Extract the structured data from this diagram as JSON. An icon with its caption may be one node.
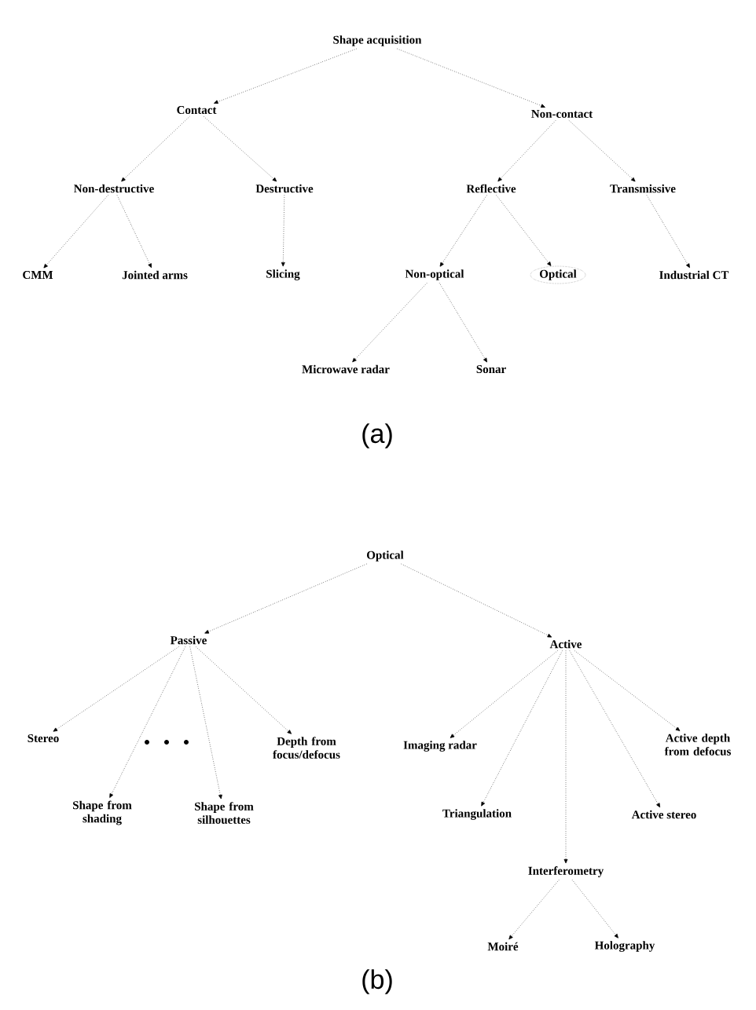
{
  "diagram": {
    "nodes": [
      {
        "text": [
          "Shape acquisition"
        ]
      },
      {
        "text": [
          "Contact"
        ]
      },
      {
        "text": [
          "Non-contact"
        ]
      },
      {
        "text": [
          "Non-destructive"
        ]
      },
      {
        "text": [
          "Destructive"
        ]
      },
      {
        "text": [
          "Reflective"
        ]
      },
      {
        "text": [
          "Transmissive"
        ]
      },
      {
        "text": [
          "CMM"
        ]
      },
      {
        "text": [
          "Jointed arms"
        ]
      },
      {
        "text": [
          "Slicing"
        ]
      },
      {
        "text": [
          "Non-optical"
        ]
      },
      {
        "text": [
          "Optical"
        ]
      },
      {
        "text": [
          "Industrial CT"
        ]
      },
      {
        "text": [
          "Microwave radar"
        ]
      },
      {
        "text": [
          "Sonar"
        ]
      },
      {
        "text": [
          "Optical"
        ]
      },
      {
        "text": [
          "Passive"
        ]
      },
      {
        "text": [
          "Active"
        ]
      },
      {
        "text": [
          "Stereo"
        ]
      },
      {
        "text": [
          "Shape from shading"
        ]
      },
      {
        "text": [
          "Shape from silhouettes"
        ]
      },
      {
        "text": [
          "Depth from focus/defocus"
        ]
      },
      {
        "text": [
          "Imaging radar"
        ]
      },
      {
        "text": [
          "Triangulation"
        ]
      },
      {
        "text": [
          "Interferometry"
        ]
      },
      {
        "text": [
          "Active depth from defocus"
        ]
      },
      {
        "text": [
          "Active stereo"
        ]
      },
      {
        "text": [
          "Moiré"
        ]
      },
      {
        "text": [
          "Holography"
        ]
      }
    ],
    "edges": [
      {
        "from": 0,
        "to": 1,
        "arrow": "to"
      },
      {
        "from": 0,
        "to": 2,
        "arrow": "to"
      },
      {
        "from": 1,
        "to": 3,
        "arrow": "to"
      },
      {
        "from": 1,
        "to": 4,
        "arrow": "to"
      },
      {
        "from": 3,
        "to": 7,
        "arrow": "to"
      },
      {
        "from": 3,
        "to": 8,
        "arrow": "to"
      },
      {
        "from": 4,
        "to": 9,
        "arrow": "to"
      },
      {
        "from": 2,
        "to": 5,
        "arrow": "to"
      },
      {
        "from": 2,
        "to": 6,
        "arrow": "to"
      },
      {
        "from": 5,
        "to": 10,
        "arrow": "to"
      },
      {
        "from": 5,
        "to": 11,
        "arrow": "to"
      },
      {
        "from": 6,
        "to": 12,
        "arrow": "to"
      },
      {
        "from": 10,
        "to": 13,
        "arrow": "to"
      },
      {
        "from": 10,
        "to": 14,
        "arrow": "to"
      },
      {
        "from": 15,
        "to": 16,
        "arrow": "to"
      },
      {
        "from": 15,
        "to": 17,
        "arrow": "to"
      },
      {
        "from": 16,
        "to": 18,
        "arrow": "to"
      },
      {
        "from": 16,
        "to": 19,
        "arrow": "to"
      },
      {
        "from": 16,
        "to": 20,
        "arrow": "to"
      },
      {
        "from": 16,
        "to": 21,
        "arrow": "to"
      },
      {
        "from": 17,
        "to": 22,
        "arrow": "to"
      },
      {
        "from": 17,
        "to": 23,
        "arrow": "to"
      },
      {
        "from": 17,
        "to": 24,
        "arrow": "to"
      },
      {
        "from": 17,
        "to": 25,
        "arrow": "to"
      },
      {
        "from": 17,
        "to": 26,
        "arrow": "to"
      },
      {
        "from": 24,
        "to": 27,
        "arrow": "to"
      },
      {
        "from": 24,
        "to": 28,
        "arrow": "to"
      }
    ],
    "labels": [
      "(a)",
      "(b)"
    ]
  }
}
